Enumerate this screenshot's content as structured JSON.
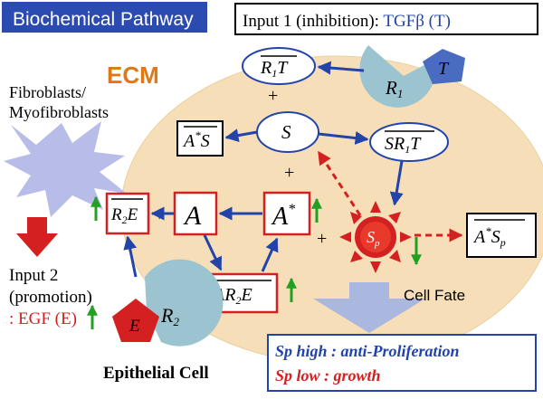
{
  "header": {
    "tag": "Biochemical Pathway",
    "input1_prefix": "Input 1 (inhibition): ",
    "input1_ligand": "TGFβ (T)"
  },
  "labels": {
    "ecm": "ECM",
    "fibroblasts_line1": "Fibroblasts/",
    "fibroblasts_line2": "Myofibroblasts",
    "input2_line1": "Input 2",
    "input2_line2": "(promotion)",
    "input2_line3": ": EGF (E)",
    "epithelial": "Epithelial Cell",
    "cell_fate": "Cell Fate"
  },
  "nodes": {
    "r1t": {
      "base": "R",
      "sub": "1",
      "tail": "T"
    },
    "s": "S",
    "sr1t": {
      "base": "SR",
      "sub": "1",
      "tail": "T"
    },
    "astar_s": {
      "base": "A",
      "sup": "*",
      "tail": "S"
    },
    "r2e": {
      "base": "R",
      "sub": "2",
      "tail": "E"
    },
    "a": "A",
    "astar": {
      "base": "A",
      "sup": "*"
    },
    "ar2e": {
      "base": "AR",
      "sub": "2",
      "tail": "E"
    },
    "sp": {
      "base": "S",
      "sub": "p"
    },
    "astar_sp": {
      "base": "A",
      "sup": "*",
      "tail": "S",
      "sub": "p"
    }
  },
  "receptors": {
    "r1": {
      "base": "R",
      "sub": "1"
    },
    "t": "T",
    "r2": {
      "base": "R",
      "sub": "2"
    },
    "e": "E"
  },
  "plus": "+",
  "legend": {
    "high": "Sp high : anti-Proliferation",
    "low": "Sp low : growth"
  },
  "colors": {
    "blue": "#2244aa",
    "red": "#d42020",
    "green": "#22a022",
    "cell": "#f6dfb8",
    "ecm": "#e07818",
    "tag_bg": "#2b4bb0",
    "arrow_band": "#aab8e0",
    "receptor": "#9cc4d0",
    "ligand_t": "#4a6cc0",
    "ligand_e": "#d42020",
    "fibro": "#b8bce8"
  }
}
